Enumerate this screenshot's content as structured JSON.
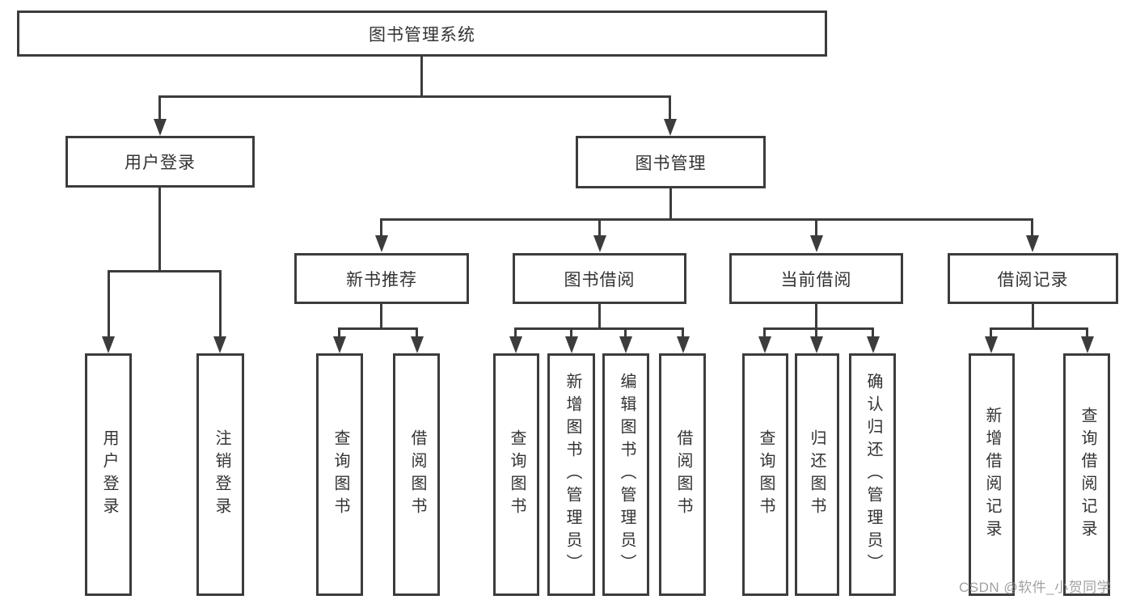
{
  "tree": {
    "label": "图书管理系统",
    "children": [
      {
        "label": "用户登录",
        "children": [
          {
            "label": "用户登录"
          },
          {
            "label": "注销登录"
          }
        ]
      },
      {
        "label": "图书管理",
        "children": [
          {
            "label": "新书推荐",
            "children": [
              {
                "label": "查询图书"
              },
              {
                "label": "借阅图书"
              }
            ]
          },
          {
            "label": "图书借阅",
            "children": [
              {
                "label": "查询图书"
              },
              {
                "label": "新增图书（管理员）"
              },
              {
                "label": "编辑图书（管理员）"
              },
              {
                "label": "借阅图书"
              }
            ]
          },
          {
            "label": "当前借阅",
            "children": [
              {
                "label": "查询图书"
              },
              {
                "label": "归还图书"
              },
              {
                "label": "确认归还（管理员）"
              }
            ]
          },
          {
            "label": "借阅记录",
            "children": [
              {
                "label": "新增借阅记录"
              },
              {
                "label": "查询借阅记录"
              }
            ]
          }
        ]
      }
    ]
  },
  "watermark": "CSDN @软件_小贺同学",
  "colors": {
    "line": "#3c3c3c",
    "text": "#333333",
    "background": "#ffffff",
    "watermark": "#919191"
  }
}
